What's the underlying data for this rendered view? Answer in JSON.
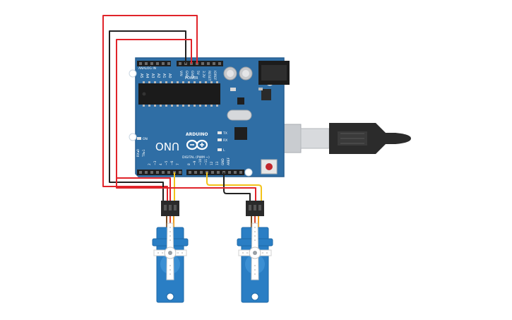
{
  "board": {
    "brand": "ARDUINO",
    "model": "UNO",
    "analog_header_label": "ANALOG IN",
    "power_header_label": "POWER",
    "digital_header_label": "DIGITAL (PWM ~)",
    "analog_pins": [
      "A5",
      "A4",
      "A3",
      "A2",
      "A1",
      "A0"
    ],
    "power_pins": [
      "VIN",
      "GND",
      "GND",
      "5V",
      "3.3V",
      "RESET",
      "IOREF"
    ],
    "digital_pins_right": [
      "AREF",
      "GND",
      "13",
      "12",
      "~11",
      "~10",
      "~9",
      "8"
    ],
    "digital_pins_left": [
      "7",
      "~6",
      "~5",
      "4",
      "~3",
      "2",
      "TX▸1",
      "RX◂0"
    ],
    "on_led_label": "ON",
    "tx_led_label": "TX",
    "rx_led_label": "RX",
    "l_led_label": "L"
  },
  "components": {
    "servo_left": "servo",
    "servo_right": "servo",
    "usb_cable": "usb-b-cable"
  },
  "colors": {
    "board": "#2f6ea5",
    "board_edge": "#275f91",
    "wire_power": "#e0242a",
    "wire_ground": "#222222",
    "wire_signal": "#f2c31b",
    "servo_body": "#2a7ec4",
    "servo_horn": "#ffffff"
  }
}
